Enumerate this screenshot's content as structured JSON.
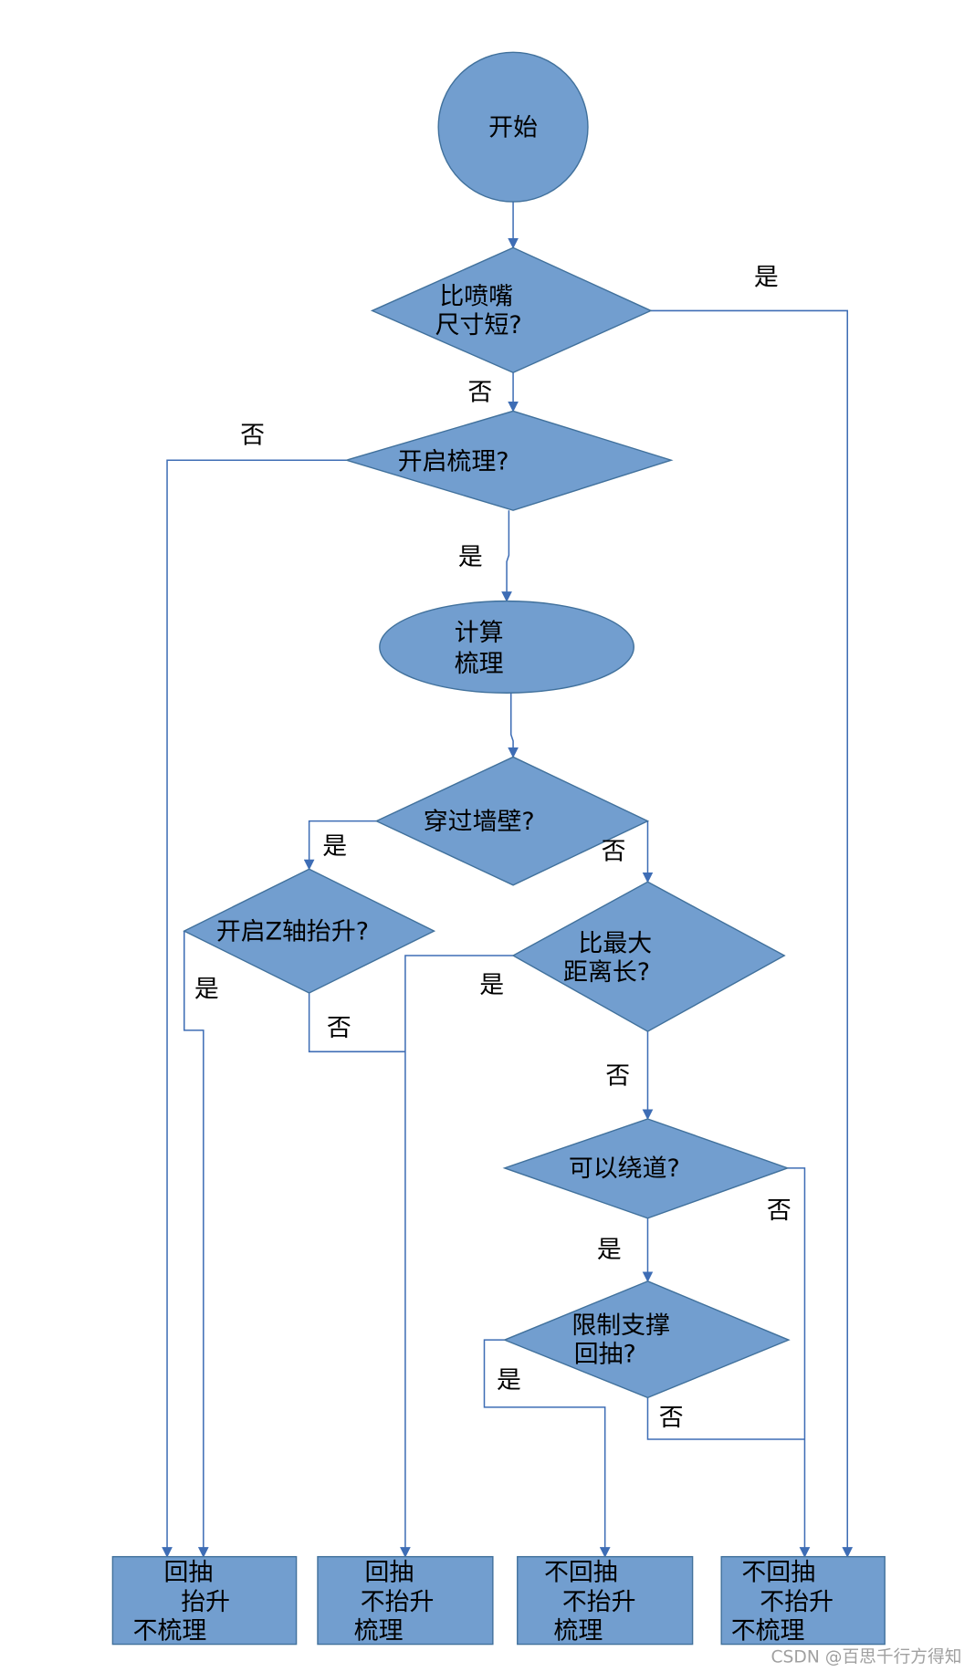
{
  "colors": {
    "node_fill": "#729ECF",
    "node_stroke": "#41719C",
    "edge": "#3E6DB5",
    "text": "#000000",
    "watermark": "#A0A0A0"
  },
  "start": {
    "label": "开始"
  },
  "nozzle_check": {
    "line1": "比喷嘴",
    "line2": "尺寸短?"
  },
  "comb_check": {
    "label": "开启梳理?"
  },
  "compute_comb": {
    "line1": "计算",
    "line2": "梳理"
  },
  "wall_check": {
    "label": "穿过墙壁?"
  },
  "z_lift_check": {
    "label": "开启Z轴抬升?"
  },
  "max_distance_check": {
    "line1": "比最大",
    "line2": "距离长?"
  },
  "detour_check": {
    "label": "可以绕道?"
  },
  "retract_limit_check": {
    "line1": "限制支撑",
    "line2": "回抽?"
  },
  "outcomes": [
    {
      "lines": [
        "回抽",
        "抬升",
        "不梳理"
      ]
    },
    {
      "lines": [
        "回抽",
        "不抬升",
        "梳理"
      ]
    },
    {
      "lines": [
        "不回抽",
        "不抬升",
        "梳理"
      ]
    },
    {
      "lines": [
        "不回抽",
        "不抬升",
        "不梳理"
      ]
    }
  ],
  "edge_labels": {
    "nozzle_yes": "是",
    "nozzle_no": "否",
    "comb_no": "否",
    "comb_yes": "是",
    "wall_yes": "是",
    "wall_no": "否",
    "z_lift_yes": "是",
    "z_lift_no": "否",
    "max_distance_yes": "是",
    "max_distance_no": "否",
    "detour_no": "否",
    "detour_yes": "是",
    "retract_yes": "是",
    "retract_no": "否"
  },
  "watermark": "CSDN @百思千行方得知"
}
